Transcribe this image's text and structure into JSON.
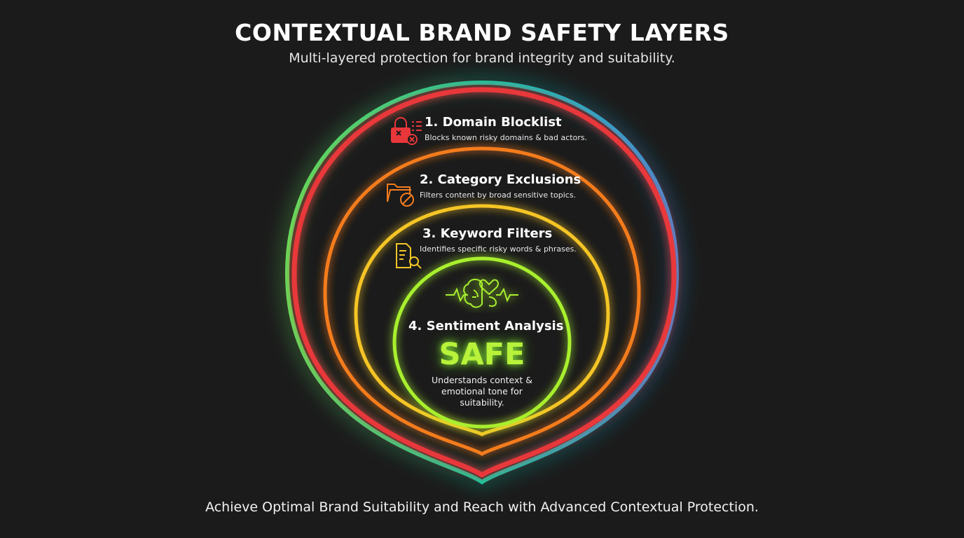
{
  "header": {
    "title": "CONTEXTUAL BRAND SAFETY LAYERS",
    "subtitle": "Multi-layered protection for brand integrity and suitability."
  },
  "layers": [
    {
      "title": "1. Domain Blocklist",
      "description": "Blocks known risky domains & bad actors.",
      "icon": "lock-blocklist-icon",
      "color": "#e8373b"
    },
    {
      "title": "2. Category Exclusions",
      "description": "Filters content by broad sensitive topics.",
      "icon": "folder-block-icon",
      "color": "#f47c1e"
    },
    {
      "title": "3. Keyword Filters",
      "description": "Identifies specific risky words & phrases.",
      "icon": "document-search-icon",
      "color": "#f5c526"
    },
    {
      "title": "4. Sentiment Analysis",
      "description": "Understands context &\nemotional tone for\nsuitability.",
      "icon": "brain-heart-pulse-icon",
      "color": "#a8ef2f"
    }
  ],
  "center": {
    "badge": "SAFE"
  },
  "footer": {
    "text": "Achieve Optimal Brand Suitability and Reach with Advanced Contextual Protection."
  },
  "colors": {
    "background": "#1b1b1b",
    "outer_gradient": [
      "#4fe06a",
      "#17c5a8",
      "#2a9df0"
    ]
  }
}
